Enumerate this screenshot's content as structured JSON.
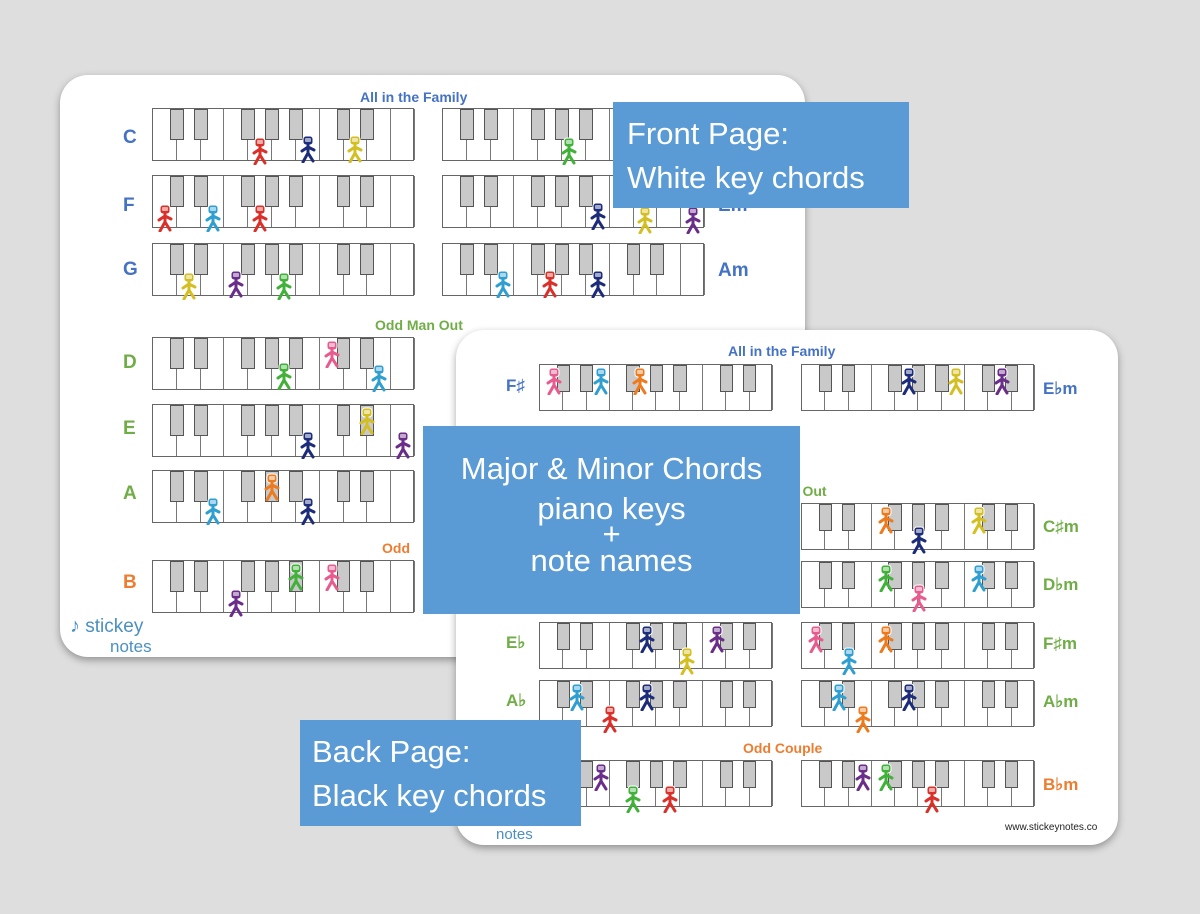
{
  "colors": {
    "background": "#dedede",
    "title_blue": "#4472c4",
    "label_green": "#70ad47",
    "label_orange": "#ed7d31",
    "callout_bg": "#5b9bd5"
  },
  "front": {
    "section_family": "All in the Family",
    "section_odd_man": "Odd Man Out",
    "section_odd_couple": "Odd",
    "chords_left": [
      "C",
      "F",
      "G",
      "D",
      "E",
      "A",
      "B"
    ],
    "chords_right": [
      "Em",
      "Am"
    ],
    "logo_top": "stickey",
    "logo_bottom": "notes"
  },
  "back": {
    "section_family": "All in the Family",
    "section_odd_man": "n Out",
    "section_odd_couple": "Odd Couple",
    "chords_left": [
      "F♯",
      "E♭",
      "A♭"
    ],
    "chords_right": [
      "E♭m",
      "C♯m",
      "D♭m",
      "F♯m",
      "A♭m",
      "B♭m"
    ],
    "logo_bottom": "notes",
    "url": "www.stickeynotes.co"
  },
  "callouts": {
    "front": [
      "Front Page:",
      "White key chords"
    ],
    "center": [
      "Major & Minor Chords",
      "piano keys",
      "+",
      "note names"
    ],
    "back": [
      "Back Page:",
      "Black key chords"
    ]
  },
  "icons": [
    "piano-keyboard-icon",
    "dancing-figure-icon",
    "music-note-logo-icon"
  ],
  "figure_colors": [
    "#d9302a",
    "#1c2c7a",
    "#d4bf22",
    "#2e9fd0",
    "#6a2d8a",
    "#41b13a",
    "#ee7a1e",
    "#e85b8e"
  ]
}
